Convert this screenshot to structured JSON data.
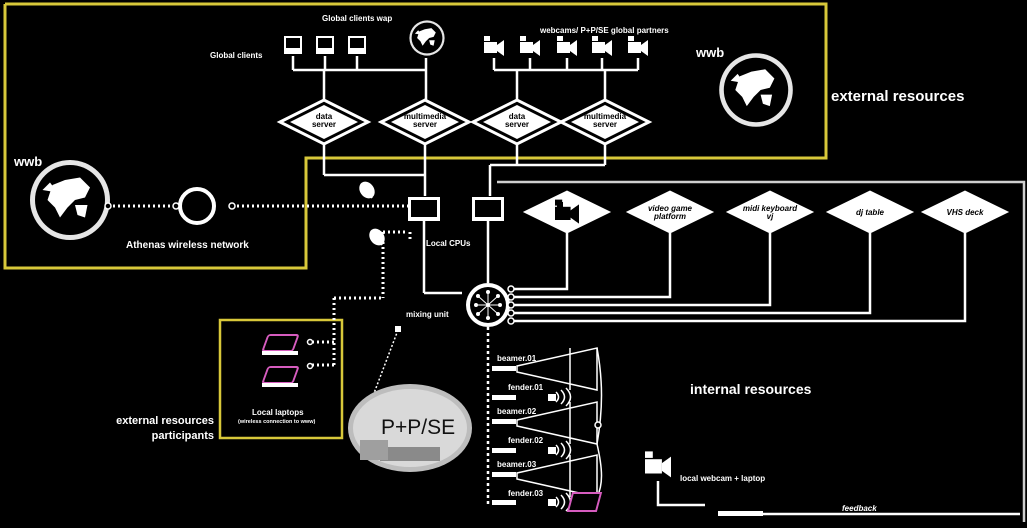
{
  "zones": {
    "external_resources": "external resources",
    "internal_resources": "internal resources",
    "external_participants_line1": "external resources",
    "external_participants_line2": "participants"
  },
  "top": {
    "global_clients_wap": "Global clients wap",
    "global_clients": "Global clients",
    "webcam_partners": "webcams/ P+P/SE global partners",
    "wwb_right": "wwb",
    "servers": [
      {
        "line1": "data",
        "line2": "server"
      },
      {
        "line1": "multimedia",
        "line2": "server"
      },
      {
        "line1": "data",
        "line2": "server"
      },
      {
        "line1": "multimedia",
        "line2": "server"
      }
    ]
  },
  "left": {
    "wwb": "wwb",
    "athenas": "Athenas wireless network",
    "local_cpus": "Local CPUs",
    "local_laptops": "Local laptops",
    "local_laptops_note": "(wireless connection to www)"
  },
  "mixing": {
    "label": "mixing unit"
  },
  "devices": [
    {
      "label": "",
      "type": "camera"
    },
    {
      "label": "video game platform",
      "line1": "video game",
      "line2": "platform"
    },
    {
      "label": "midi keyboard vj",
      "line1": "midi keyboard",
      "line2": "vj"
    },
    {
      "label": "dj table",
      "line1": "dj table",
      "line2": ""
    },
    {
      "label": "VHS deck",
      "line1": "VHS deck",
      "line2": ""
    }
  ],
  "outputs": [
    {
      "beamer": "beamer.01",
      "fender": "fender.01"
    },
    {
      "beamer": "beamer.02",
      "fender": "fender.02"
    },
    {
      "beamer": "beamer.03",
      "fender": "fender.03"
    }
  ],
  "bottom": {
    "local_webcam": "local webcam + laptop",
    "feedback": "feedback"
  },
  "logo": {
    "text": "P+P/SE"
  },
  "colors": {
    "background": "#000000",
    "external_border": "#d8c83a",
    "internal_border": "#cfcfcf",
    "lines": "#ffffff"
  }
}
